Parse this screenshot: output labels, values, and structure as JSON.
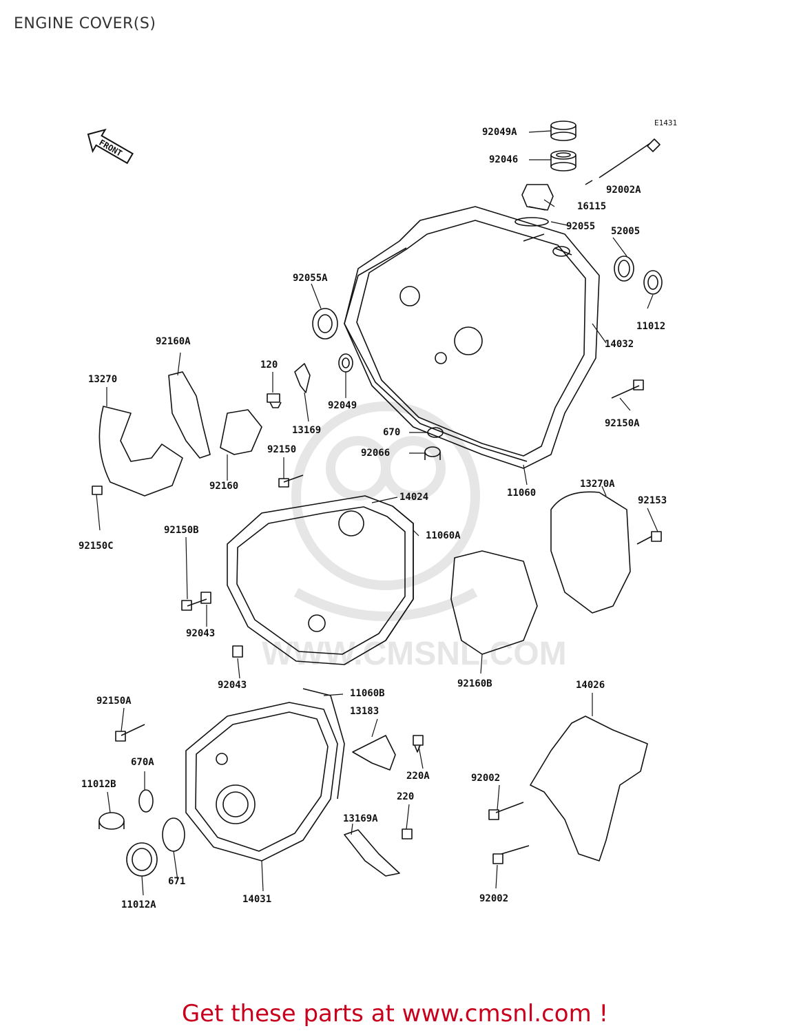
{
  "title": "ENGINE COVER(S)",
  "diagram_code": "E1431",
  "front_marker": "FRONT",
  "parts": [
    {
      "id": "p-92049A",
      "label": "92049A"
    },
    {
      "id": "p-92046",
      "label": "92046"
    },
    {
      "id": "p-92002A",
      "label": "92002A"
    },
    {
      "id": "p-16115",
      "label": "16115"
    },
    {
      "id": "p-92055",
      "label": "92055"
    },
    {
      "id": "p-52005",
      "label": "52005"
    },
    {
      "id": "p-92055A",
      "label": "92055A"
    },
    {
      "id": "p-11012",
      "label": "11012"
    },
    {
      "id": "p-14032",
      "label": "14032"
    },
    {
      "id": "p-92160A",
      "label": "92160A"
    },
    {
      "id": "p-13270",
      "label": "13270"
    },
    {
      "id": "p-120",
      "label": "120"
    },
    {
      "id": "p-92049",
      "label": "92049"
    },
    {
      "id": "p-13169",
      "label": "13169"
    },
    {
      "id": "p-670",
      "label": "670"
    },
    {
      "id": "p-92066",
      "label": "92066"
    },
    {
      "id": "p-92150A-top",
      "label": "92150A"
    },
    {
      "id": "p-92150",
      "label": "92150"
    },
    {
      "id": "p-92160",
      "label": "92160"
    },
    {
      "id": "p-11060",
      "label": "11060"
    },
    {
      "id": "p-13270A",
      "label": "13270A"
    },
    {
      "id": "p-92153",
      "label": "92153"
    },
    {
      "id": "p-14024",
      "label": "14024"
    },
    {
      "id": "p-11060A",
      "label": "11060A"
    },
    {
      "id": "p-92150C",
      "label": "92150C"
    },
    {
      "id": "p-92150B",
      "label": "92150B"
    },
    {
      "id": "p-92043-a",
      "label": "92043"
    },
    {
      "id": "p-92043-b",
      "label": "92043"
    },
    {
      "id": "p-92160B",
      "label": "92160B"
    },
    {
      "id": "p-14026",
      "label": "14026"
    },
    {
      "id": "p-11060B",
      "label": "11060B"
    },
    {
      "id": "p-92150A-bottom",
      "label": "92150A"
    },
    {
      "id": "p-13183",
      "label": "13183"
    },
    {
      "id": "p-670A",
      "label": "670A"
    },
    {
      "id": "p-220A",
      "label": "220A"
    },
    {
      "id": "p-11012B",
      "label": "11012B"
    },
    {
      "id": "p-92002-a",
      "label": "92002"
    },
    {
      "id": "p-220",
      "label": "220"
    },
    {
      "id": "p-13169A",
      "label": "13169A"
    },
    {
      "id": "p-671",
      "label": "671"
    },
    {
      "id": "p-92002-b",
      "label": "92002"
    },
    {
      "id": "p-14031",
      "label": "14031"
    },
    {
      "id": "p-11012A",
      "label": "11012A"
    }
  ],
  "watermark_text": "WWW.CMSNL.COM",
  "footer": {
    "cta": "Get these parts at www.cmsnl.com !"
  },
  "colors": {
    "cta": "#c8001c",
    "ink": "#111111",
    "watermark": "#e6e6e6"
  }
}
